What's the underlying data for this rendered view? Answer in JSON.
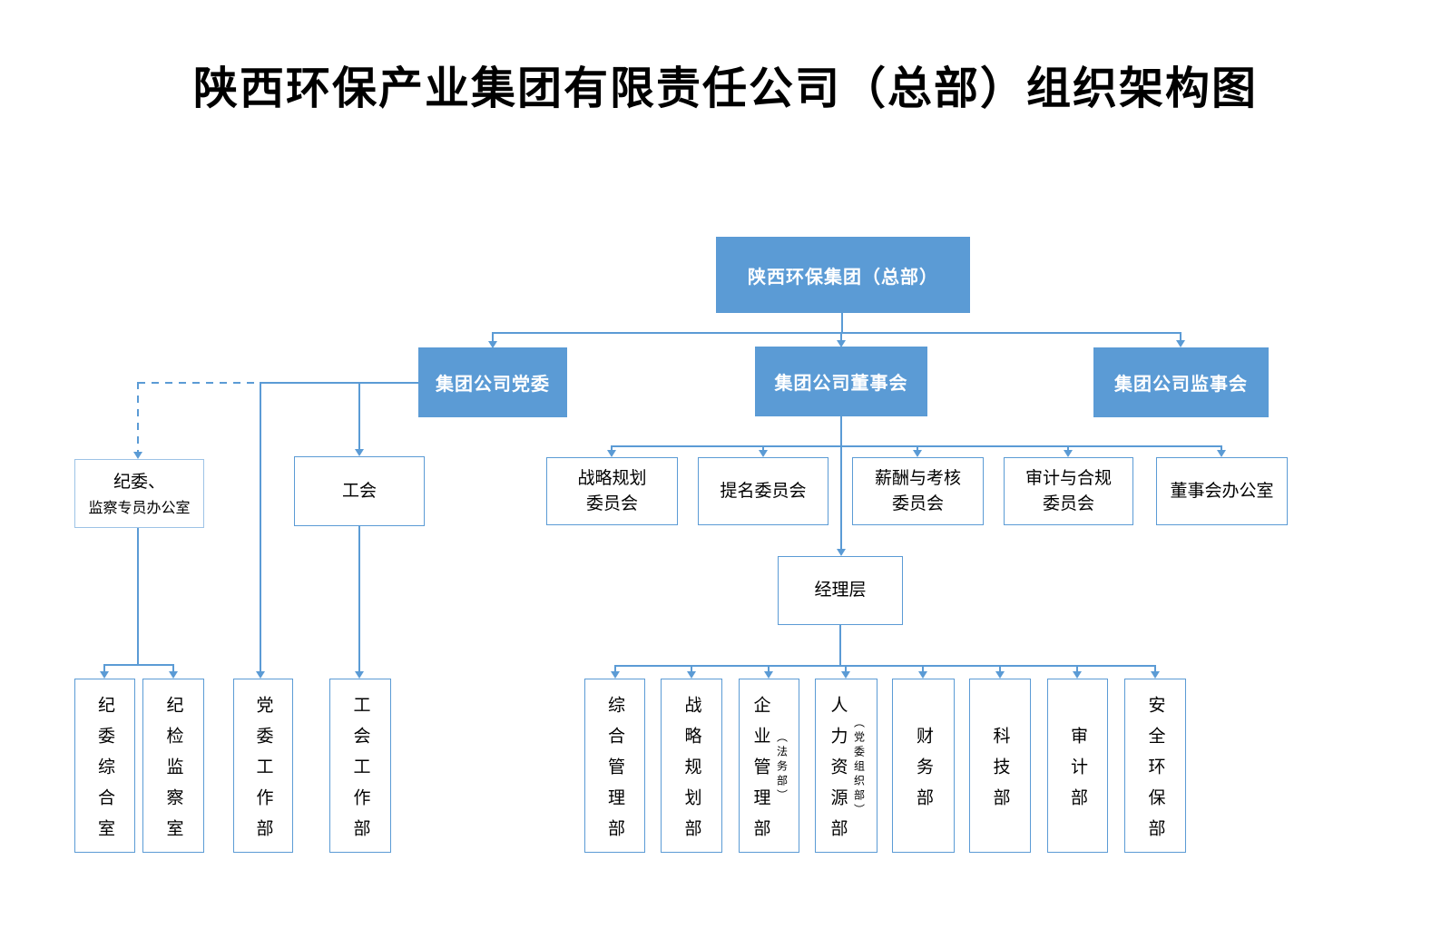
{
  "title": "陕西环保产业集团有限责任公司（总部）组织架构图",
  "colors": {
    "node_fill": "#5b9bd5",
    "node_text": "#ffffff",
    "connector": "#5b9bd5",
    "light_border": "#9dc3e6",
    "text": "#000000",
    "background": "#ffffff"
  },
  "nodes": {
    "root": "陕西环保集团（总部）",
    "party": "集团公司党委",
    "board": "集团公司董事会",
    "supervisory": "集团公司监事会",
    "discipline_line1": "纪委、",
    "discipline_line2": "监察专员办公室",
    "union": "工会",
    "manager": "经理层"
  },
  "committees": [
    {
      "label": "战略规划\n委员会"
    },
    {
      "label": "提名委员会"
    },
    {
      "label": "薪酬与考核\n委员会"
    },
    {
      "label": "审计与合规\n委员会"
    },
    {
      "label": "董事会办公室"
    }
  ],
  "left_departments": [
    {
      "label": "纪委综合室"
    },
    {
      "label": "纪检监察室"
    },
    {
      "label": "党委工作部"
    },
    {
      "label": "工会工作部"
    }
  ],
  "departments": [
    {
      "label": "综合管理部",
      "annotation": ""
    },
    {
      "label": "战略规划部",
      "annotation": ""
    },
    {
      "label": "企业管理部",
      "annotation": "（法务部）"
    },
    {
      "label": "人力资源部",
      "annotation": "（党委组织部）"
    },
    {
      "label": "财务部",
      "annotation": ""
    },
    {
      "label": "科技部",
      "annotation": ""
    },
    {
      "label": "审计部",
      "annotation": ""
    },
    {
      "label": "安全环保部",
      "annotation": ""
    }
  ]
}
